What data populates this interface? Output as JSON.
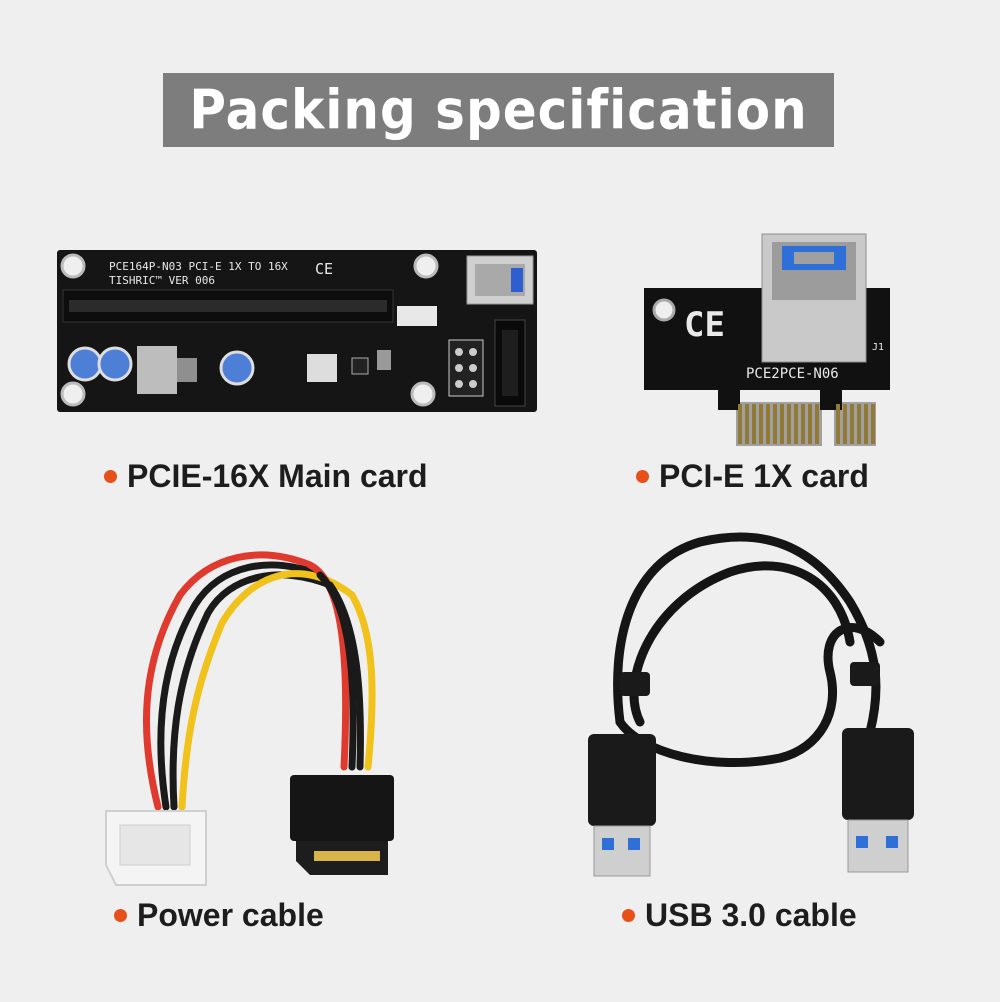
{
  "title": "Packing specification",
  "items": [
    {
      "label": "PCIE-16X Main card",
      "icon": "pcie-16x-card-image"
    },
    {
      "label": "PCI-E 1X card",
      "icon": "pcie-1x-card-image"
    },
    {
      "label": "Power cable",
      "icon": "power-cable-image"
    },
    {
      "label": "USB 3.0 cable",
      "icon": "usb-cable-image"
    }
  ],
  "pcb_16x": {
    "line1": "PCE164P-N03  PCI-E 1X TO 16X",
    "line2": "TISHRIC™ VER 006",
    "ce": "CE"
  },
  "pcb_1x": {
    "model": "PCE2PCE-N06",
    "ce": "CE",
    "j1": "J1"
  },
  "colors": {
    "accent_dot": "#e8501a",
    "title_bg": "#7d7d7d",
    "background": "#efefef"
  }
}
